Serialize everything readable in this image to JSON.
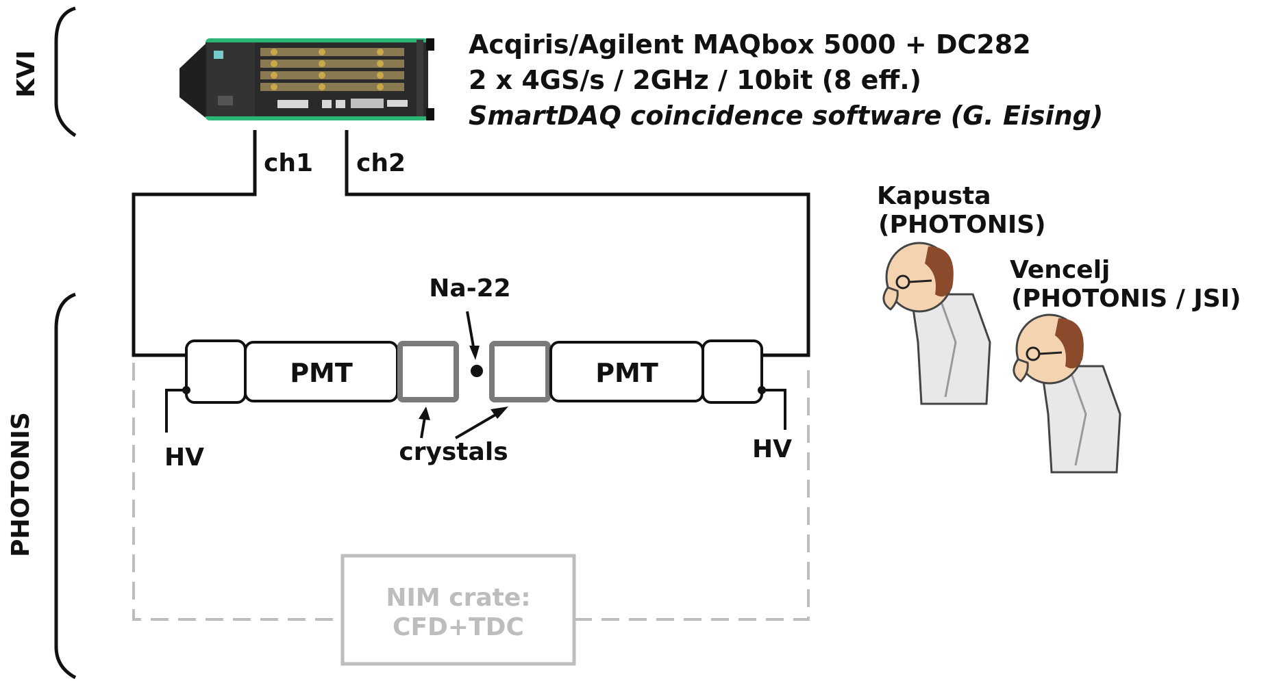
{
  "sections": {
    "top": "KVI",
    "bottom": "PHOTONIS"
  },
  "device_info": {
    "line1": "Acqiris/Agilent MAQbox 5000 + DC282",
    "line2": "2 x 4GS/s / 2GHz / 10bit (8 eff.)",
    "line3": "SmartDAQ coincidence software (G. Eising)"
  },
  "channels": {
    "ch1": "ch1",
    "ch2": "ch2"
  },
  "setup": {
    "source": "Na-22",
    "pmt_left": "PMT",
    "pmt_right": "PMT",
    "crystals": "crystals",
    "hv_left": "HV",
    "hv_right": "HV"
  },
  "nim": {
    "line1": "NIM crate:",
    "line2": "CFD+TDC"
  },
  "people": [
    {
      "name": "Kapusta",
      "affiliation": "(PHOTONIS)"
    },
    {
      "name": "Vencelj",
      "affiliation": "(PHOTONIS / JSI)"
    }
  ],
  "colors": {
    "device_green": "#2bb673",
    "device_dark": "#2a2a2a",
    "dashed_gray": "#bdbdbd",
    "skin": "#f4d3b0",
    "hair": "#8b4a2b"
  }
}
